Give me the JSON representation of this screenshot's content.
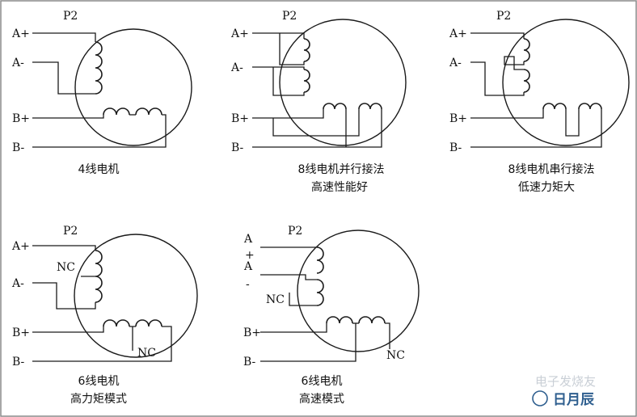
{
  "diagrams": [
    {
      "connector": "P2",
      "pins": [
        "A+",
        "A-",
        "B+",
        "B-"
      ],
      "caption_line1": "4线电机",
      "caption_line2": ""
    },
    {
      "connector": "P2",
      "pins": [
        "A+",
        "A-",
        "B+",
        "B-"
      ],
      "caption_line1": "8线电机并行接法",
      "caption_line2": "高速性能好"
    },
    {
      "connector": "P2",
      "pins": [
        "A+",
        "A-",
        "B+",
        "B-"
      ],
      "caption_line1": "8线电机串行接法",
      "caption_line2": "低速力矩大"
    },
    {
      "connector": "P2",
      "pins": [
        "A+",
        "A-",
        "B+",
        "B-"
      ],
      "nc_labels": [
        "NC",
        "NC"
      ],
      "caption_line1": "6线电机",
      "caption_line2": "高力矩模式"
    },
    {
      "connector": "P2",
      "pins": [
        "A",
        "+",
        "A",
        "-",
        "B+",
        "B-"
      ],
      "nc_labels": [
        "NC",
        "NC"
      ],
      "caption_line1": "6线电机",
      "caption_line2": "高速模式"
    }
  ],
  "watermark": {
    "text1": "电子发烧友",
    "text2": "日月辰"
  },
  "colors": {
    "line": "#1a1a1a",
    "frame": "#8a8a8a",
    "watermark_blue": "#2f5f8f"
  }
}
